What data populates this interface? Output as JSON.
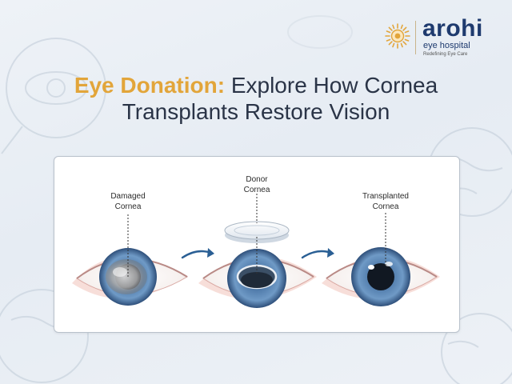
{
  "brand": {
    "name": "arohi",
    "subtitle": "eye hospital",
    "tagline": "Redefining Eye Care",
    "accent_color": "#e2a53a",
    "primary_color": "#1e3a6e"
  },
  "headline": {
    "accent": "Eye Donation:",
    "line1_rest": " Explore How Cornea",
    "line2": "Transplants Restore Vision"
  },
  "diagram": {
    "steps": [
      {
        "line1": "Damaged",
        "line2": "Cornea"
      },
      {
        "line1": "Donor",
        "line2": "Cornea"
      },
      {
        "line1": "Transplanted",
        "line2": "Cornea"
      }
    ],
    "arrow_color": "#2a5f94",
    "iris_color": "#5a86b5"
  },
  "icons": [
    "sun-logo-icon",
    "right-arrow-icon",
    "eye-illustration",
    "magnifier-icon"
  ]
}
